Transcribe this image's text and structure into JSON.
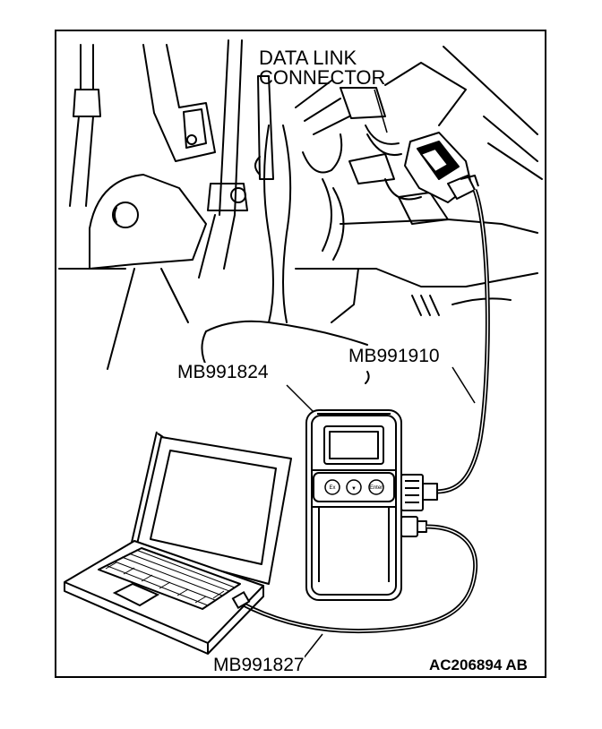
{
  "labels": {
    "dlc_line1": "DATA LINK",
    "dlc_line2": "CONNECTOR",
    "part_mb991824": "MB991824",
    "part_mb991910": "MB991910",
    "part_mb991827": "MB991827",
    "figure_code": "AC206894 AB"
  },
  "device_buttons": [
    "Ex",
    "▼",
    "Enter"
  ],
  "colors": {
    "line": "#000000",
    "background": "#ffffff"
  }
}
